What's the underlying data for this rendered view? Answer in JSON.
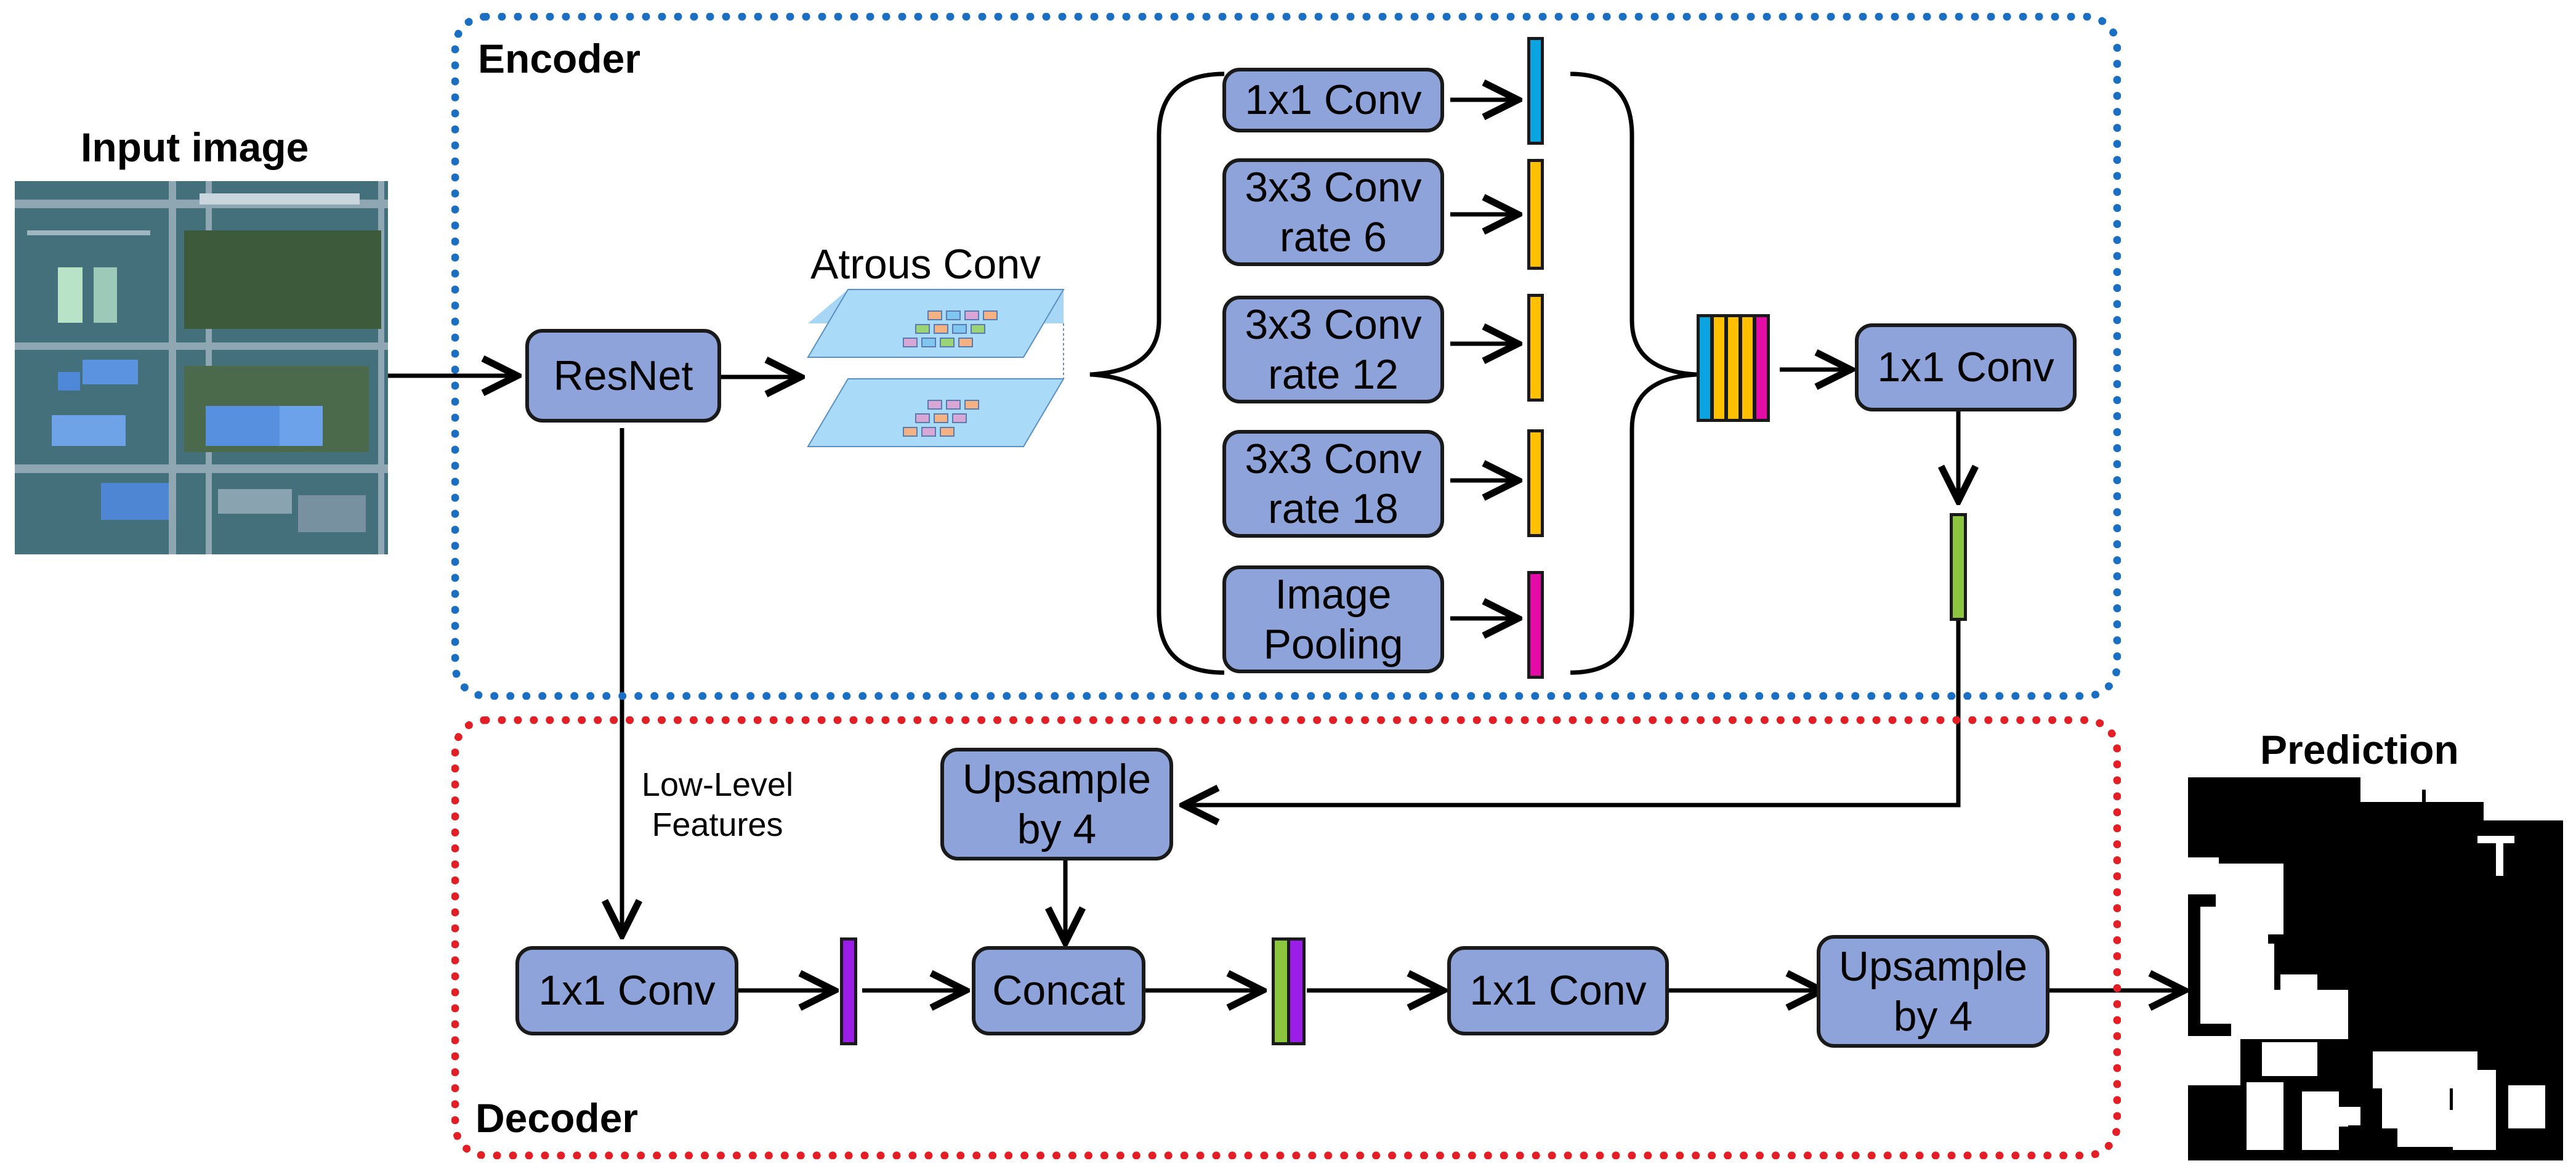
{
  "encoder": {
    "label": "Encoder"
  },
  "decoder": {
    "label": "Decoder"
  },
  "input": {
    "title": "Input image"
  },
  "prediction": {
    "title": "Prediction"
  },
  "backbone": {
    "label": "ResNet"
  },
  "atrous": {
    "caption": "Atrous Conv"
  },
  "aspp": {
    "branches": [
      {
        "label": "1x1 Conv",
        "color": "#0aa5e0"
      },
      {
        "label": "3x3 Conv\nrate 6",
        "color": "#ffc000"
      },
      {
        "label": "3x3 Conv\nrate 12",
        "color": "#ffc000"
      },
      {
        "label": "3x3 Conv\nrate 18",
        "color": "#ffc000"
      },
      {
        "label": "Image\nPooling",
        "color": "#e50ba6"
      }
    ]
  },
  "encoder_conv": {
    "label": "1x1 Conv"
  },
  "encoder_output": {
    "color": "#8cc63f"
  },
  "low_level": {
    "label": "Low-Level\nFeatures"
  },
  "decoder_blocks": {
    "low_conv": "1x1 Conv",
    "upsample_top": "Upsample\nby 4",
    "concat": "Concat",
    "conv_after_concat": "1x1 Conv",
    "upsample_final": "Upsample\nby 4"
  },
  "colors": {
    "box_fill": "#8ea3d9",
    "low_level_feature": "#9b1de8",
    "encoder_border": "#1a6fc2",
    "decoder_border": "#e31e24"
  }
}
